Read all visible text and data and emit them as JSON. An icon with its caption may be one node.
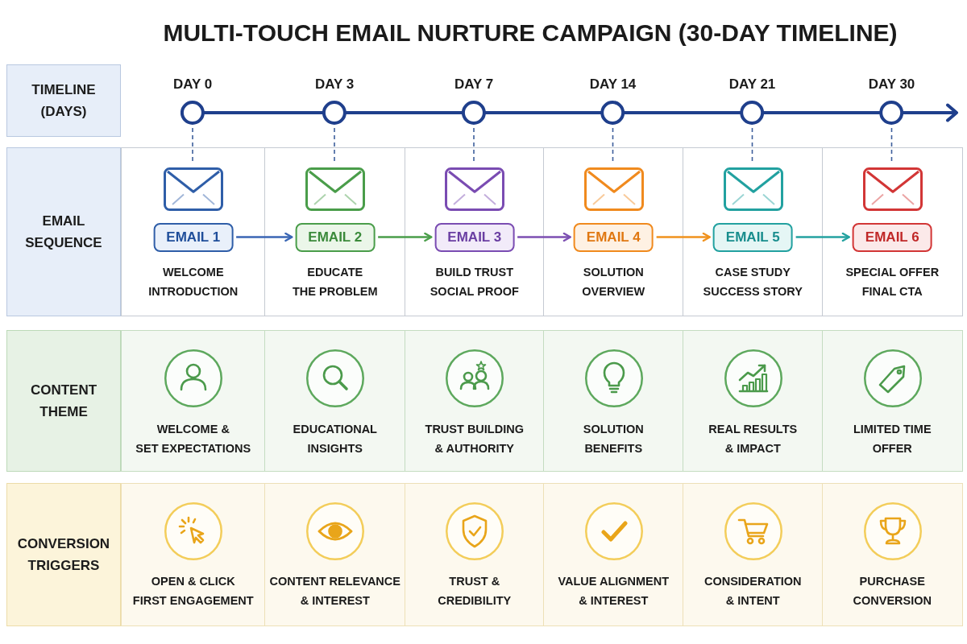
{
  "diagram": {
    "title": "MULTI-TOUCH EMAIL NURTURE CAMPAIGN (30-DAY TIMELINE)",
    "nodes": [
      {
        "text": [
          "TIMELINE (DAYS)"
        ]
      },
      {
        "text": [
          "DAY 0"
        ]
      },
      {
        "text": [
          "DAY 3"
        ]
      },
      {
        "text": [
          "DAY 7"
        ]
      },
      {
        "text": [
          "DAY 14"
        ]
      },
      {
        "text": [
          "DAY 21"
        ]
      },
      {
        "text": [
          "DAY 30"
        ]
      },
      {
        "text": [
          "EMAIL SEQUENCE"
        ]
      },
      {
        "text": [
          "WELCOME INTRODUCTION"
        ]
      },
      {
        "text": [],
        "shape": "envelope",
        "in": 8
      },
      {
        "text": [
          "EMAIL 1"
        ],
        "in": 8
      },
      {
        "text": [
          "EDUCATE THE PROBLEM"
        ]
      },
      {
        "text": [],
        "shape": "envelope",
        "in": 11
      },
      {
        "text": [
          "EMAIL 2"
        ],
        "in": 11
      },
      {
        "text": [
          "BUILD TRUST SOCIAL PROOF"
        ]
      },
      {
        "text": [],
        "shape": "envelope",
        "in": 14
      },
      {
        "text": [
          "EMAIL 3"
        ],
        "in": 14
      },
      {
        "text": [
          "SOLUTION OVERVIEW"
        ]
      },
      {
        "text": [],
        "shape": "envelope",
        "in": 17
      },
      {
        "text": [
          "EMAIL 4"
        ],
        "in": 17
      },
      {
        "text": [
          "CASE STUDY SUCCESS STORY"
        ]
      },
      {
        "text": [],
        "shape": "envelope",
        "in": 20
      },
      {
        "text": [
          "EMAIL 5"
        ],
        "in": 20
      },
      {
        "text": [
          "SPECIAL OFFER FINAL CTA"
        ]
      },
      {
        "text": [],
        "shape": "envelope",
        "in": 23
      },
      {
        "text": [
          "EMAIL 6"
        ],
        "in": 23
      },
      {
        "text": [
          "CONTENT THEME"
        ]
      },
      {
        "text": [
          "WELCOME & SET EXPECTATIONS"
        ]
      },
      {
        "text": [
          "EDUCATIONAL INSIGHTS"
        ]
      },
      {
        "text": [
          "TRUST BUILDING & AUTHORITY"
        ]
      },
      {
        "text": [
          "SOLUTION BENEFITS"
        ]
      },
      {
        "text": [
          "REAL RESULTS & IMPACT"
        ]
      },
      {
        "text": [
          "LIMITED TIME OFFER"
        ]
      },
      {
        "text": [
          "CONVERSION TRIGGERS"
        ]
      },
      {
        "text": [
          "OPEN & CLICK FIRST ENGAGEMENT"
        ]
      },
      {
        "text": [
          "CONTENT RELEVANCE & INTEREST"
        ]
      },
      {
        "text": [
          "TRUST & CREDIBILITY"
        ]
      },
      {
        "text": [
          "VALUE ALIGNMENT & INTEREST"
        ]
      },
      {
        "text": [
          "CONSIDERATION & INTENT"
        ]
      },
      {
        "text": [
          "PURCHASE CONVERSION"
        ]
      }
    ],
    "edges": [
      {
        "from": 1,
        "to": 9,
        "arrow": "none",
        "style": "dashed"
      },
      {
        "from": 2,
        "to": 12,
        "arrow": "none",
        "style": "dashed"
      },
      {
        "from": 3,
        "to": 15,
        "arrow": "none",
        "style": "dashed"
      },
      {
        "from": 4,
        "to": 18,
        "arrow": "none",
        "style": "dashed"
      },
      {
        "from": 5,
        "to": 21,
        "arrow": "none",
        "style": "dashed"
      },
      {
        "from": 6,
        "to": 24,
        "arrow": "none",
        "style": "dashed"
      },
      {
        "from": 10,
        "to": 13,
        "arrow": "to",
        "color": "#3a66b4"
      },
      {
        "from": 13,
        "to": 16,
        "arrow": "to",
        "color": "#4a9e4a"
      },
      {
        "from": 16,
        "to": 19,
        "arrow": "to",
        "color": "#7c4fb2"
      },
      {
        "from": 19,
        "to": 22,
        "arrow": "to",
        "color": "#f0921e"
      },
      {
        "from": 22,
        "to": 25,
        "arrow": "to",
        "color": "#24a2a0"
      }
    ]
  }
}
